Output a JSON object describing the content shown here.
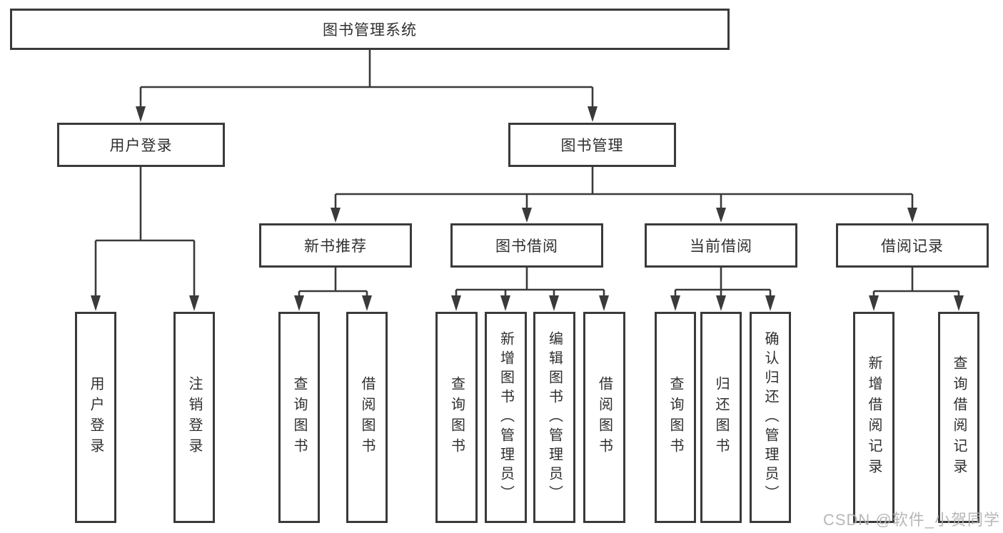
{
  "colors": {
    "line": "#3a3a3a",
    "text": "#2f2f2f",
    "box_background": "#ffffff",
    "watermark": "#b0b0b0"
  },
  "watermark": {
    "text": "CSDN @软件_小贺同学"
  },
  "tree": {
    "root": {
      "label": "图书管理系统",
      "children": [
        {
          "label": "用户登录",
          "children": [
            {
              "label": "用户登录"
            },
            {
              "label": "注销登录"
            }
          ]
        },
        {
          "label": "图书管理",
          "children": [
            {
              "label": "新书推荐",
              "children": [
                {
                  "label": "查询图书"
                },
                {
                  "label": "借阅图书"
                }
              ]
            },
            {
              "label": "图书借阅",
              "children": [
                {
                  "label": "查询图书"
                },
                {
                  "label": "新增图书（管理员）"
                },
                {
                  "label": "编辑图书（管理员）"
                },
                {
                  "label": "借阅图书"
                }
              ]
            },
            {
              "label": "当前借阅",
              "children": [
                {
                  "label": "查询图书"
                },
                {
                  "label": "归还图书"
                },
                {
                  "label": "确认归还（管理员）"
                }
              ]
            },
            {
              "label": "借阅记录",
              "children": [
                {
                  "label": "新增借阅记录"
                },
                {
                  "label": "查询借阅记录"
                }
              ]
            }
          ]
        }
      ]
    }
  }
}
